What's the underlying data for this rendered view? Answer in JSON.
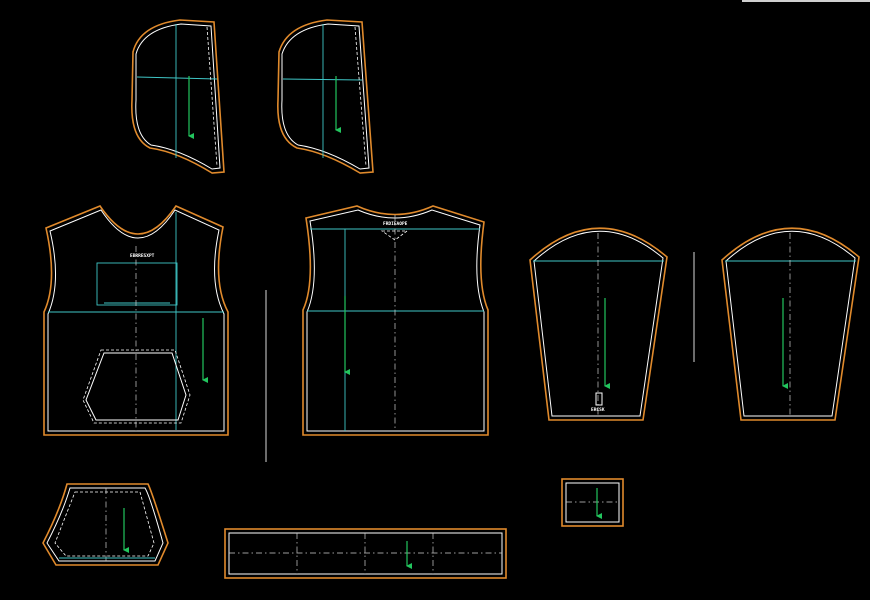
{
  "colors": {
    "background": "#000000",
    "cut_line": "#e08a2c",
    "seam_line": "#ffffff",
    "construction_line": "#3fc6c6",
    "grain_line": "#22c55e"
  },
  "labels": {
    "front_body": "EBRRESXPT",
    "back_body": "FRDIEAOPE",
    "sleeve": "ERCSK"
  }
}
